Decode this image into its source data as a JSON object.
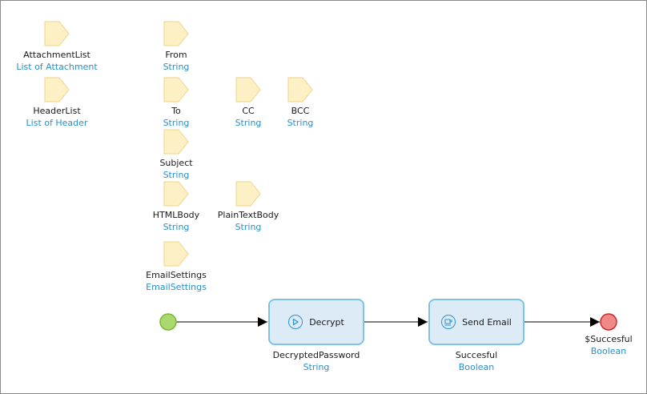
{
  "parameters": [
    {
      "name": "AttachmentList",
      "type": "List of Attachment"
    },
    {
      "name": "From",
      "type": "String"
    },
    {
      "name": "HeaderList",
      "type": "List of Header"
    },
    {
      "name": "To",
      "type": "String"
    },
    {
      "name": "CC",
      "type": "String"
    },
    {
      "name": "BCC",
      "type": "String"
    },
    {
      "name": "Subject",
      "type": "String"
    },
    {
      "name": "HTMLBody",
      "type": "String"
    },
    {
      "name": "PlainTextBody",
      "type": "String"
    },
    {
      "name": "EmailSettings",
      "type": "EmailSettings"
    }
  ],
  "activities": {
    "decrypt": {
      "label": "Decrypt",
      "icon": "play-circle-icon",
      "output_name": "DecryptedPassword",
      "output_type": "String"
    },
    "send_email": {
      "label": "Send Email",
      "icon": "java-action-icon",
      "output_name": "Succesful",
      "output_type": "Boolean"
    }
  },
  "end_event": {
    "return_value": "$Succesful",
    "return_type": "Boolean"
  },
  "colors": {
    "parameter_fill": "#fdf0c4",
    "parameter_stroke": "#ecd58a",
    "type_text": "#2a8fc8",
    "activity_fill": "#dcebf6",
    "activity_border": "#7ec3e6",
    "start_fill": "#a9d86e",
    "start_stroke": "#78b83a",
    "end_fill": "#f08a8a",
    "end_stroke": "#cc2a2a",
    "flow_line": "#000000"
  }
}
